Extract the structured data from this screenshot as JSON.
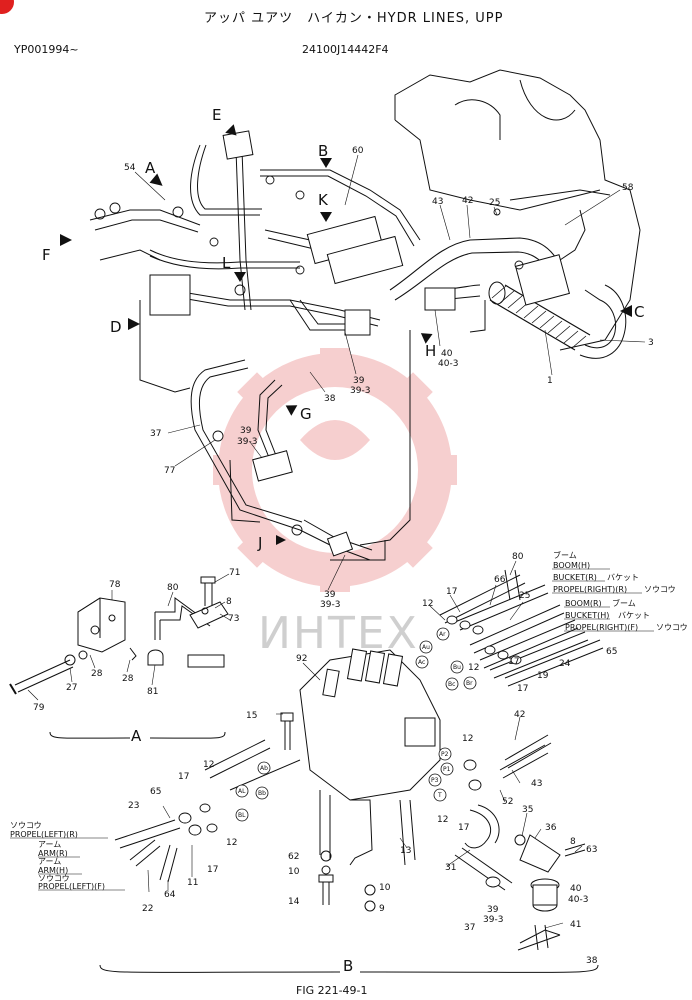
{
  "header": {
    "title": "アッパ ユアツ　ハイカン・HYDR LINES, UPP",
    "serial": "YP001994~",
    "doc_number": "24100J14442F4"
  },
  "footer": {
    "figure": "FIG 221-49-1"
  },
  "watermark": {
    "text": "ИНТЕХ",
    "logo_color": "#f0a8a8"
  },
  "views": {
    "A": {
      "label": "A",
      "parts": [
        "78",
        "80",
        "71",
        "8",
        "73",
        "79",
        "27",
        "28",
        "28",
        "81"
      ]
    },
    "B": {
      "label": "B"
    }
  },
  "direction_arrows": [
    "E",
    "A",
    "B",
    "K",
    "F",
    "L",
    "D",
    "H",
    "C",
    "G",
    "J"
  ],
  "top_callouts": [
    "54",
    "60",
    "58",
    "43",
    "42",
    "25",
    "3",
    "1",
    "40",
    "40-3",
    "39",
    "39-3",
    "38",
    "37",
    "77",
    "39",
    "39-3",
    "39",
    "39-3"
  ],
  "hose_labels": {
    "boom_h": {
      "jp": "ブーム",
      "en": "BOOM(H)"
    },
    "bucket_r": {
      "en": "BUCKET(R)",
      "jp": "バケット"
    },
    "propel_right_r": {
      "en": "PROPEL(RIGHT)(R)",
      "jp": "ソウコウ"
    },
    "boom_r": {
      "en": "BOOM(R)",
      "jp": "ブーム"
    },
    "bucket_h": {
      "en": "BUCKET(H)",
      "jp": "バケット"
    },
    "propel_right_f": {
      "en": "PROPEL(RIGHT)(F)",
      "jp": "ソウコウ"
    },
    "propel_left_r": {
      "jp": "ソウコウ",
      "en": "PROPEL(LEFT)(R)"
    },
    "arm_r": {
      "jp": "アーム",
      "en": "ARM(R)"
    },
    "arm_h": {
      "jp": "アーム",
      "en": "ARM(H)"
    },
    "propel_left_f": {
      "jp": "ソウコウ",
      "en": "PROPEL(LEFT)(F)"
    }
  },
  "ports": [
    "Au",
    "Ar",
    "Bu",
    "Br",
    "Ac",
    "Bc",
    "Ab",
    "Bb",
    "AL",
    "BL",
    "P2",
    "P1",
    "P3",
    "T"
  ],
  "view_b_callouts": [
    "92",
    "80",
    "66",
    "17",
    "25",
    "12",
    "12",
    "17",
    "17",
    "19",
    "24",
    "65",
    "15",
    "42",
    "43",
    "12",
    "52",
    "12",
    "17",
    "31",
    "35",
    "36",
    "8",
    "63",
    "13",
    "62",
    "10",
    "10",
    "9",
    "14",
    "40",
    "40-3",
    "39",
    "39-3",
    "41",
    "38",
    "37",
    "65",
    "23",
    "17",
    "12",
    "12",
    "17",
    "11",
    "22",
    "64"
  ]
}
